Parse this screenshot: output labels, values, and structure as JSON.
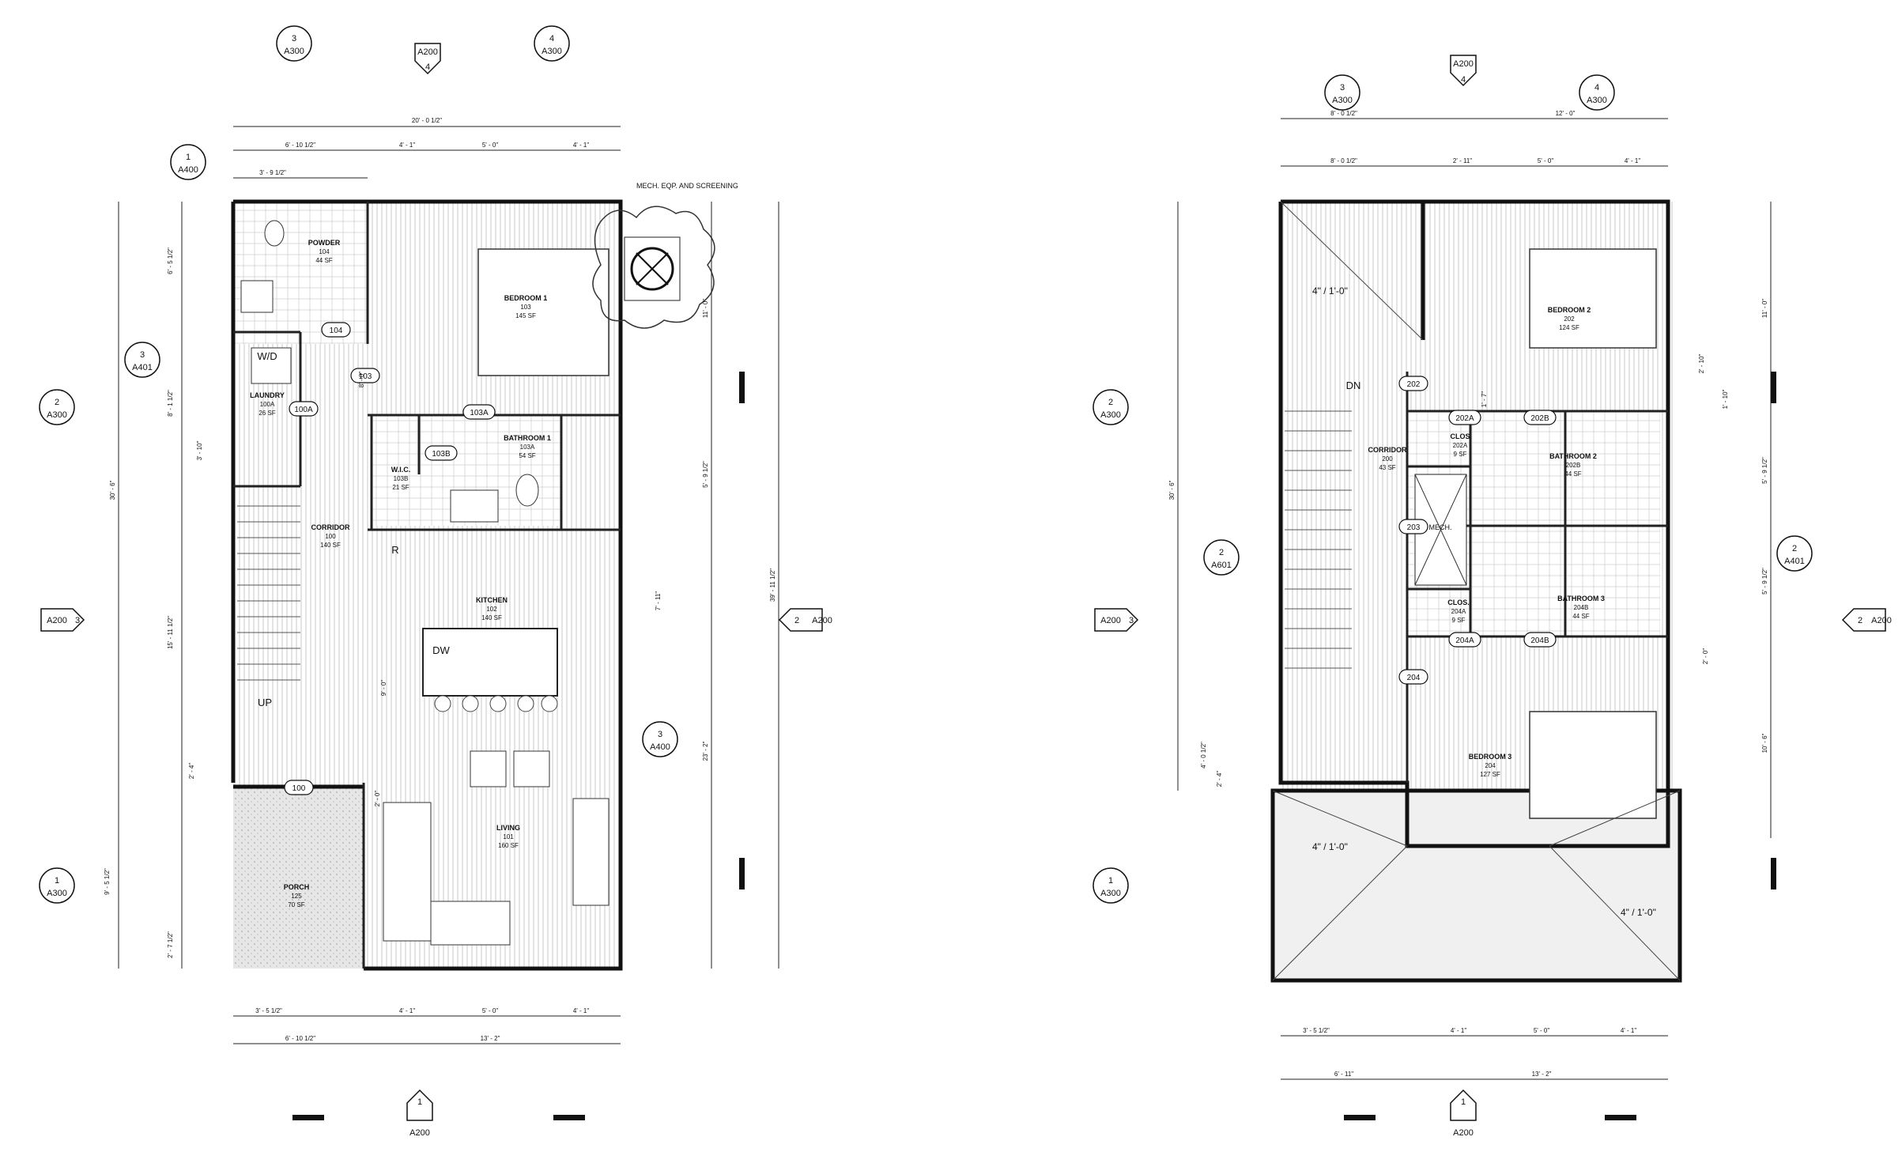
{
  "first_floor": {
    "rooms": [
      {
        "name": "POWDER",
        "number": "104",
        "area": "44 SF"
      },
      {
        "name": "BEDROOM 1",
        "number": "103",
        "area": "145 SF"
      },
      {
        "name": "LAUNDRY",
        "number": "100A",
        "area": "26 SF"
      },
      {
        "name": "BATHROOM 1",
        "number": "103A",
        "area": "54 SF"
      },
      {
        "name": "W.I.C.",
        "number": "103B",
        "area": "21 SF"
      },
      {
        "name": "CORRIDOR",
        "number": "100",
        "area": "140 SF"
      },
      {
        "name": "KITCHEN",
        "number": "102",
        "area": "140 SF"
      },
      {
        "name": "LIVING",
        "number": "101",
        "area": "160 SF"
      },
      {
        "name": "PORCH",
        "number": "125",
        "area": "70 SF"
      }
    ],
    "door_tags": [
      "104",
      "103",
      "100A",
      "103A",
      "103B",
      "100"
    ],
    "labels": {
      "wd": "W/D",
      "dw": "DW",
      "r": "R",
      "up": "UP",
      "mech_note": "MECH. EQP. AND SCREENING"
    },
    "dimensions": {
      "overall_width": "20' - 0 1/2\"",
      "top_a": "6' - 10 1/2\"",
      "top_b": "4' - 1\"",
      "top_c": "5' - 0\"",
      "top_d": "4' - 1\"",
      "top_inner": "3' - 9 1/2\"",
      "bottom_a": "3' - 5 1/2\"",
      "bottom_b": "4' - 1\"",
      "bottom_c": "5' - 0\"",
      "bottom_d": "4' - 1\"",
      "bottom_e": "6' - 10 1/2\"",
      "bottom_f": "13' - 2\"",
      "left_overall": "30' - 6\"",
      "left_a": "6' - 5 1/2\"",
      "left_b": "8' - 1 1/2\"",
      "left_c": "3' - 10\"",
      "left_d": "15' - 11 1/2\"",
      "left_e": "2' - 4\"",
      "left_f": "9' - 5 1/2\"",
      "left_g": "2' - 7 1/2\"",
      "left_h": "2' - 0\"",
      "right_overall": "39' - 11 1/2\"",
      "right_a": "11' - 0\"",
      "right_b": "5' - 9 1/2\"",
      "right_c": "7' - 11\"",
      "right_d": "23' - 2\"",
      "inner_a": "9' - 0\"",
      "inner_b": "8' - 0\""
    },
    "callouts": [
      {
        "top": "3",
        "bottom": "A300"
      },
      {
        "top": "A200",
        "bottom": "4"
      },
      {
        "top": "4",
        "bottom": "A300"
      },
      {
        "top": "1",
        "bottom": "A400"
      },
      {
        "top": "3",
        "bottom": "A401"
      },
      {
        "top": "2",
        "bottom": "A300"
      },
      {
        "top": "1",
        "bottom": "A300"
      },
      {
        "top": "3",
        "bottom": "A400"
      },
      {
        "top": "1",
        "bottom": "A200"
      },
      {
        "left": "A200",
        "right": "3"
      },
      {
        "left": "2",
        "right": "A200"
      }
    ]
  },
  "second_floor": {
    "rooms": [
      {
        "name": "BEDROOM 2",
        "number": "202",
        "area": "124 SF"
      },
      {
        "name": "CORRIDOR",
        "number": "200",
        "area": "43 SF"
      },
      {
        "name": "CLOS",
        "number": "202A",
        "area": "9 SF"
      },
      {
        "name": "BATHROOM 2",
        "number": "202B",
        "area": "44 SF"
      },
      {
        "name": "CLOS.",
        "number": "204A",
        "area": "9 SF"
      },
      {
        "name": "BATHROOM 3",
        "number": "204B",
        "area": "44 SF"
      },
      {
        "name": "BEDROOM 3",
        "number": "204",
        "area": "127 SF"
      }
    ],
    "door_tags": [
      "202",
      "202A",
      "202B",
      "203",
      "204A",
      "204B",
      "204"
    ],
    "labels": {
      "dn": "DN",
      "mech": "MECH.",
      "slope": "4\" / 1'-0\""
    },
    "dimensions": {
      "top_a": "8' - 0 1/2\"",
      "top_b": "12' - 0\"",
      "top_c": "8' - 0 1/2\"",
      "top_d": "2' - 11\"",
      "top_e": "5' - 0\"",
      "top_f": "4' - 1\"",
      "bottom_a": "3' - 5 1/2\"",
      "bottom_b": "4' - 1\"",
      "bottom_c": "5' - 0\"",
      "bottom_d": "4' - 1\"",
      "bottom_e": "6' - 11\"",
      "bottom_f": "13' - 2\"",
      "left_overall": "30' - 6\"",
      "left_a": "4' - 0 1/2\"",
      "left_b": "2' - 4\"",
      "right_a": "11' - 0\"",
      "right_b": "5' - 9 1/2\"",
      "right_c": "5' - 9 1/2\"",
      "right_d": "10' - 6\"",
      "inner_a": "1' - 10\"",
      "inner_b": "2' - 10\"",
      "inner_c": "2' - 0\"",
      "inner_d": "1' - 7\""
    },
    "callouts": [
      {
        "top": "A200",
        "bottom": "4"
      },
      {
        "top": "3",
        "bottom": "A300"
      },
      {
        "top": "4",
        "bottom": "A300"
      },
      {
        "top": "2",
        "bottom": "A300"
      },
      {
        "top": "2",
        "bottom": "A601"
      },
      {
        "top": "2",
        "bottom": "A401"
      },
      {
        "top": "1",
        "bottom": "A300"
      },
      {
        "top": "1",
        "bottom": "A200"
      },
      {
        "left": "A200",
        "right": "3"
      },
      {
        "left": "2",
        "right": "A200"
      }
    ]
  }
}
